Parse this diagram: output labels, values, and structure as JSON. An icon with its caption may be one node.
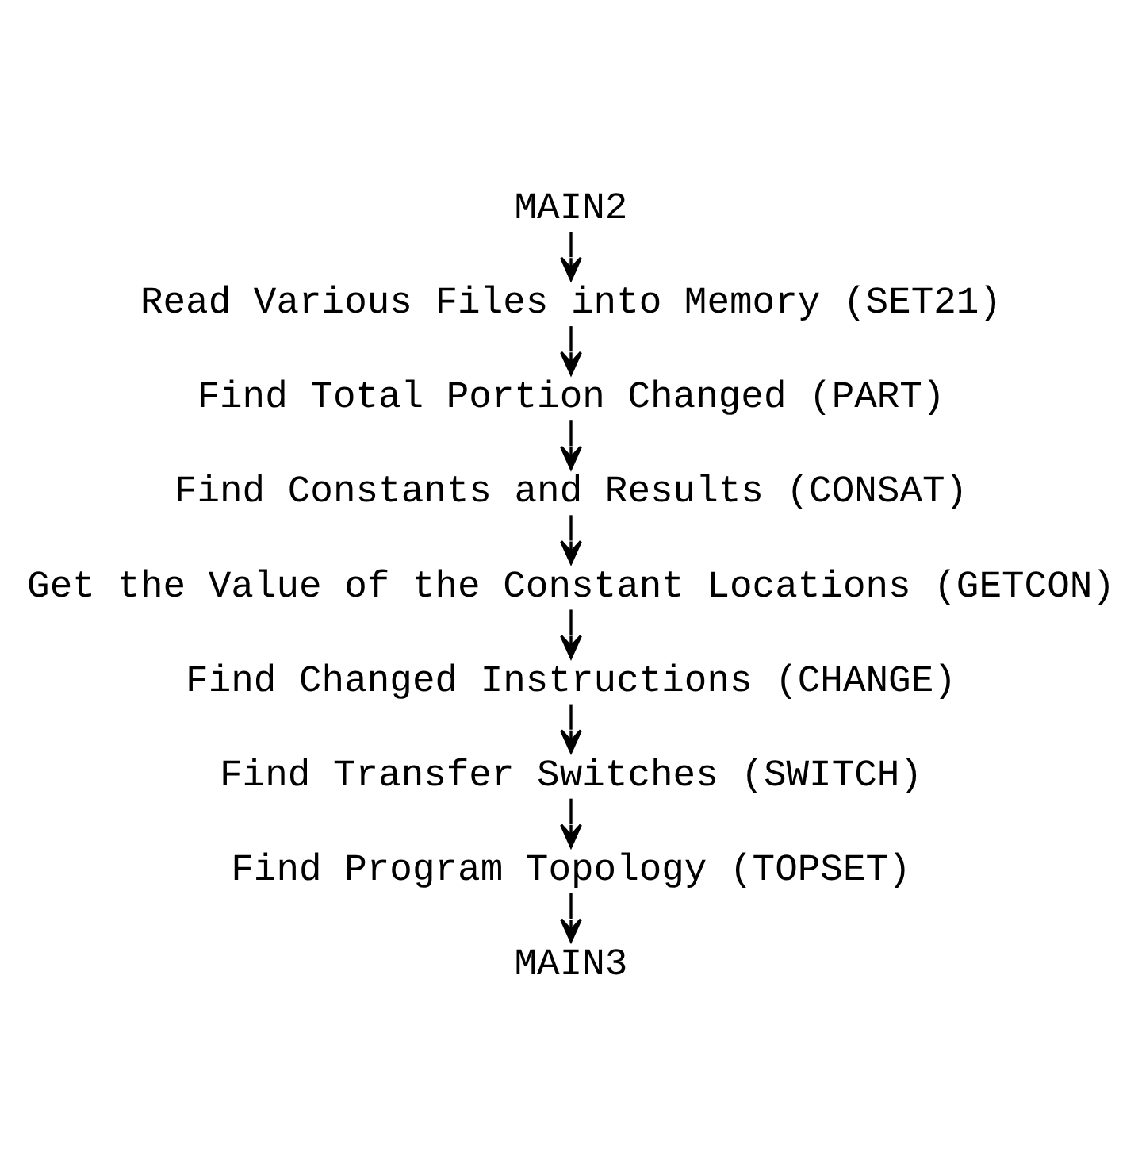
{
  "diagram": {
    "nodes": [
      {
        "text": [
          "MAIN2"
        ]
      },
      {
        "text": [
          "Read Various Files into Memory (SET21)"
        ]
      },
      {
        "text": [
          "Find Total Portion Changed (PART)"
        ]
      },
      {
        "text": [
          "Find Constants and Results (CONSAT)"
        ]
      },
      {
        "text": [
          "Get the Value of the Constant Locations (GETCON)"
        ]
      },
      {
        "text": [
          "Find Changed Instructions (CHANGE)"
        ]
      },
      {
        "text": [
          "Find Transfer Switches (SWITCH)"
        ]
      },
      {
        "text": [
          "Find Program Topology (TOPSET)"
        ]
      },
      {
        "text": [
          "MAIN3"
        ]
      }
    ],
    "edges": [
      {
        "from": 0,
        "to": 1,
        "arrow": "to"
      },
      {
        "from": 1,
        "to": 2,
        "arrow": "to"
      },
      {
        "from": 2,
        "to": 3,
        "arrow": "to"
      },
      {
        "from": 3,
        "to": 4,
        "arrow": "to"
      },
      {
        "from": 4,
        "to": 5,
        "arrow": "to"
      },
      {
        "from": 5,
        "to": 6,
        "arrow": "to"
      },
      {
        "from": 6,
        "to": 7,
        "arrow": "to"
      },
      {
        "from": 7,
        "to": 8,
        "arrow": "to"
      }
    ]
  }
}
